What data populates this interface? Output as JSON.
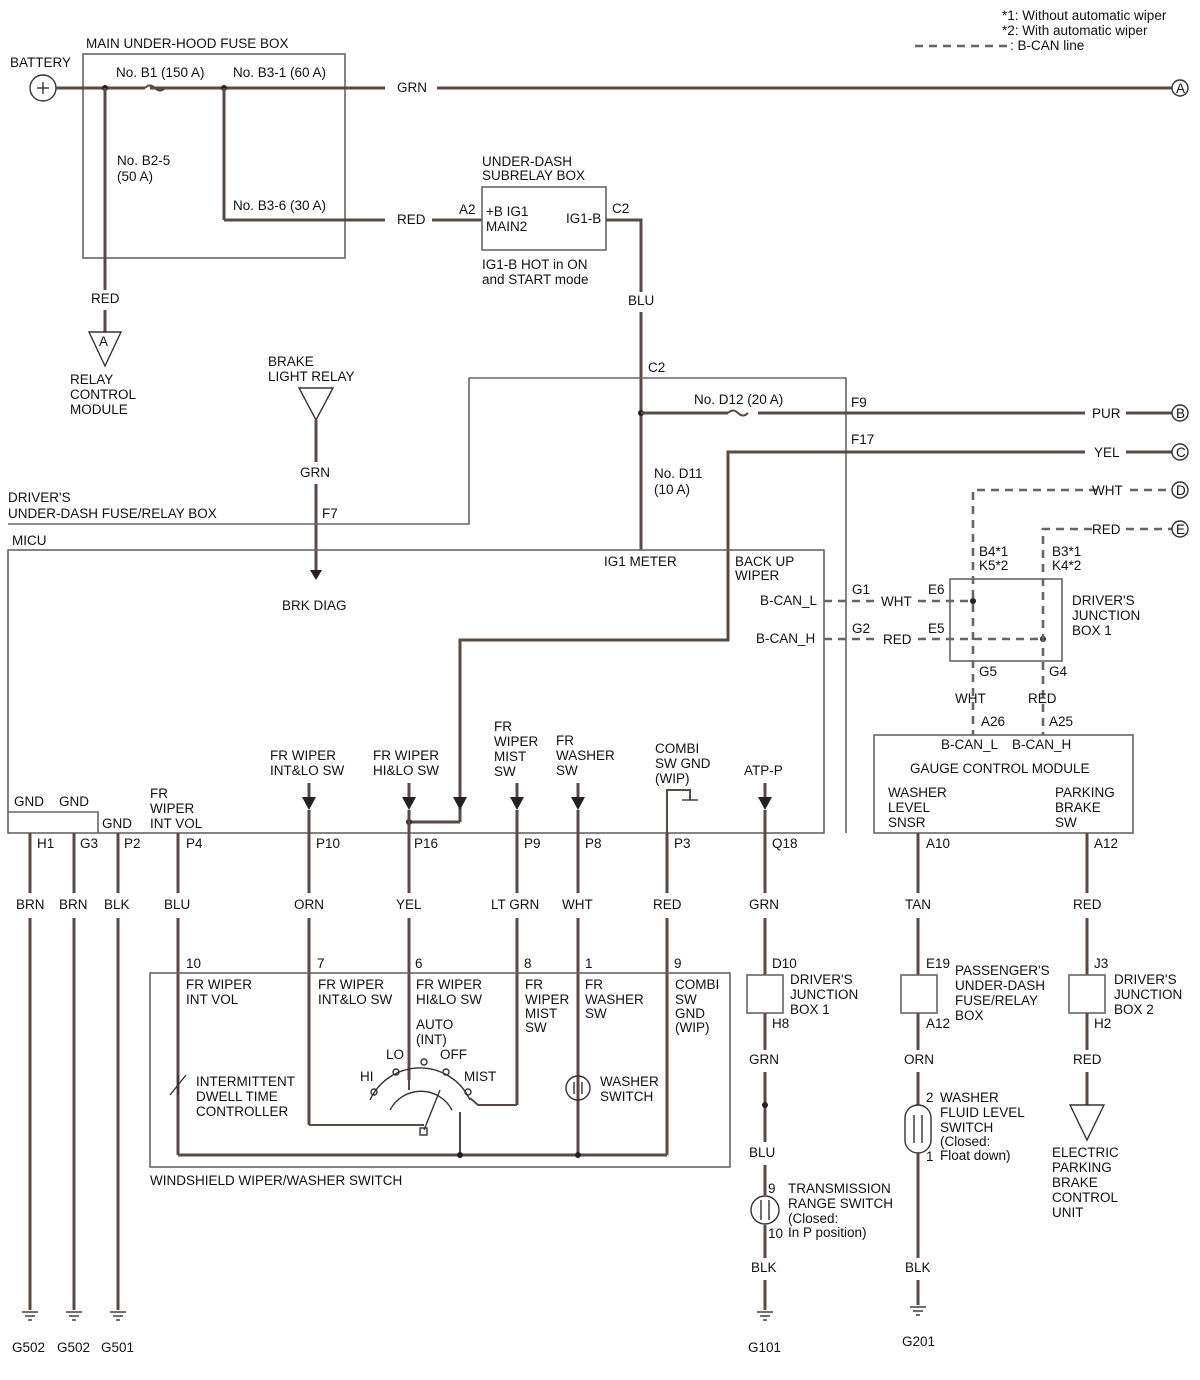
{
  "legend": {
    "n1": "*1: Without automatic wiper",
    "n2": "*2: With automatic wiper",
    "n3": ": B-CAN line"
  },
  "boxes": {
    "main_fuse": "MAIN UNDER-HOOD FUSE BOX",
    "battery": "BATTERY",
    "subrelay": [
      "UNDER-DASH",
      "SUBRELAY BOX"
    ],
    "subrelay_note": [
      "IG1-B HOT in ON",
      "and START mode"
    ],
    "relay_ctrl": [
      "RELAY",
      "CONTROL",
      "MODULE"
    ],
    "brake_relay": [
      "BRAKE",
      "LIGHT RELAY"
    ],
    "drivers_fuse": [
      "DRIVER'S",
      "UNDER-DASH FUSE/RELAY BOX"
    ],
    "micu": "MICU",
    "djb1": [
      "DRIVER'S",
      "JUNCTION",
      "BOX 1"
    ],
    "gauge": "GAUGE CONTROL MODULE",
    "wiper_switch": "WINDSHIELD WIPER/WASHER SWITCH",
    "djb1b": [
      "DRIVER'S",
      "JUNCTION",
      "BOX 1"
    ],
    "pass_fuse": [
      "PASSENGER'S",
      "UNDER-DASH",
      "FUSE/RELAY",
      "BOX"
    ],
    "djb2": [
      "DRIVER'S",
      "JUNCTION",
      "BOX 2"
    ],
    "trans": [
      "TRANSMISSION",
      "RANGE SWITCH",
      "(Closed:",
      "In P position)"
    ],
    "washer_level": [
      "WASHER",
      "FLUID LEVEL",
      "SWITCH",
      "(Closed:",
      "Float down)"
    ],
    "epb": [
      "ELECTRIC",
      "PARKING",
      "BRAKE",
      "CONTROL",
      "UNIT"
    ],
    "dwell": [
      "INTERMITTENT",
      "DWELL TIME",
      "CONTROLLER"
    ],
    "washer_sw": [
      "WASHER",
      "SWITCH"
    ]
  },
  "fuses": {
    "b1": "No. B1 (150 A)",
    "b31": "No. B3-1 (60 A)",
    "b25": [
      "No. B2-5",
      "(50 A)"
    ],
    "b36": "No. B3-6 (30 A)",
    "d12": "No. D12 (20 A)",
    "d11": [
      "No. D11",
      "(10 A)"
    ]
  },
  "wires": {
    "grn": "GRN",
    "red": "RED",
    "blu": "BLU",
    "pur": "PUR",
    "yel": "YEL",
    "wht": "WHT",
    "brn": "BRN",
    "blk": "BLK",
    "orn": "ORN",
    "ltgrn": "LT GRN",
    "tan": "TAN"
  },
  "pins": {
    "a2": "A2",
    "c2": "C2",
    "b_ig1": [
      "+B IG1",
      "MAIN2"
    ],
    "ig1b": "IG1-B",
    "f9": "F9",
    "f17": "F17",
    "f7": "F7",
    "g1": "G1",
    "g2": "G2",
    "e6": "E6",
    "e5": "E5",
    "g5": "G5",
    "g4": "G4",
    "a26": "A26",
    "a25": "A25",
    "b4": [
      "B4*1",
      "K5*2"
    ],
    "b3": [
      "B3*1",
      "K4*2"
    ],
    "a10": "A10",
    "a12": "A12",
    "e19": "E19",
    "a12b": "A12",
    "j3": "J3",
    "h2": "H2",
    "d10": "D10",
    "h8": "H8",
    "h1": "H1",
    "g3": "G3",
    "p2": "P2",
    "p4": "P4",
    "p10": "P10",
    "p16": "P16",
    "p9": "P9",
    "p8": "P8",
    "p3": "P3",
    "q18": "Q18",
    "n10": "10",
    "n7": "7",
    "n6": "6",
    "n8": "8",
    "n1": "1",
    "n9": "9",
    "t9": "9",
    "t10": "10",
    "w2": "2",
    "w1": "1"
  },
  "micu_labels": {
    "ig1meter": "IG1 METER",
    "backup": [
      "BACK UP",
      "WIPER"
    ],
    "bcanl": "B-CAN_L",
    "bcanh": "B-CAN_H",
    "brkdiag": "BRK DIAG",
    "gnd1": "GND",
    "gnd2": "GND",
    "gnd3": "GND"
  },
  "gauge_labels": {
    "bcanl": "B-CAN_L",
    "bcanh": "B-CAN_H",
    "wls": [
      "WASHER",
      "LEVEL",
      "SNSR"
    ],
    "pbs": [
      "PARKING",
      "BRAKE",
      "SW"
    ]
  },
  "inputs": {
    "int_lo": [
      "FR WIPER",
      "INT&LO SW"
    ],
    "hi_lo": [
      "FR WIPER",
      "HI&LO SW"
    ],
    "mist": [
      "FR",
      "WIPER",
      "MIST",
      "SW"
    ],
    "washer": [
      "FR",
      "WASHER",
      "SW"
    ],
    "combi": [
      "COMBI",
      "SW GND",
      "(WIP)"
    ],
    "atp": "ATP-P",
    "intvol": [
      "FR",
      "WIPER",
      "INT VOL"
    ]
  },
  "switch_labels": {
    "intvol": [
      "FR WIPER",
      "INT VOL"
    ],
    "intlo": [
      "FR WIPER",
      "INT&LO SW"
    ],
    "hilo": [
      "FR WIPER",
      "HI&LO SW"
    ],
    "mist": [
      "FR",
      "WIPER",
      "MIST",
      "SW"
    ],
    "washer": [
      "FR",
      "WASHER",
      "SW"
    ],
    "combi": [
      "COMBI",
      "SW",
      "GND",
      "(WIP)"
    ],
    "auto": [
      "AUTO",
      "(INT)"
    ],
    "lo": "LO",
    "off": "OFF",
    "hi": "HI",
    "mistpos": "MIST"
  },
  "connectors": {
    "a": "A",
    "b": "B",
    "c": "C",
    "d": "D",
    "e": "E"
  },
  "grounds": {
    "g502a": "G502",
    "g502b": "G502",
    "g501": "G501",
    "g101": "G101",
    "g201": "G201"
  }
}
